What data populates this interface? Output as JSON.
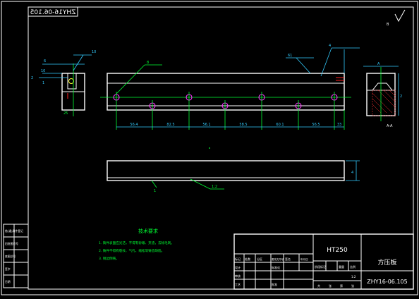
{
  "drawing": {
    "number_mirrored": "ZHY16-06.105",
    "notes_title": "技术要求",
    "notes": [
      "1. 铸件表面应光洁，不得有砂眼、夹渣，去除毛刺。",
      "2. 铸件不得有裂纹、气孔、缩松等铸造缺陷。",
      "3. 锐边倒钝。"
    ],
    "material": "HT250",
    "part_name": "方压板",
    "part_number": "ZHY16-06.105",
    "dims_bottom": [
      "56.4",
      "82.5",
      "56.1",
      "58.5",
      "60.1",
      "56.5",
      "33"
    ],
    "dims_misc": [
      "4",
      "4",
      "A",
      "2",
      "1",
      "B",
      "6",
      "10",
      "2",
      "1",
      "25",
      "10",
      "8",
      "61"
    ],
    "section_label": "A-A",
    "scale": "1:2",
    "title_block": {
      "row1": [
        "标记",
        "处数",
        "分区",
        "更改文件号",
        "签名",
        "年月日"
      ],
      "row2": [
        "设计",
        "标准化"
      ],
      "row3": [
        "审核"
      ],
      "row4": [
        "工艺",
        "批准"
      ],
      "stage_headers": [
        "阶段标记",
        "重量",
        "比例"
      ],
      "sheet": [
        "共",
        "张",
        "第",
        "张"
      ]
    },
    "side_table": [
      "借(通)用件登记",
      "旧底图总号",
      "底图总号",
      "签字",
      "日期"
    ]
  }
}
